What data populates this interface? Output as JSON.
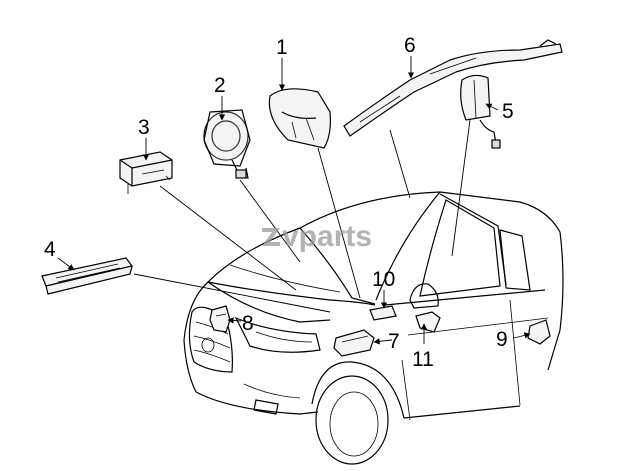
{
  "watermark": "vparts",
  "colors": {
    "line": "#000000",
    "part_fill": "#f4f4f4",
    "watermark": "#9a9a9a"
  },
  "callouts": {
    "c1": "1",
    "c2": "2",
    "c3": "3",
    "c4": "4",
    "c5": "5",
    "c6": "6",
    "c7": "7",
    "c8": "8",
    "c9": "9",
    "c10": "10",
    "c11": "11"
  }
}
